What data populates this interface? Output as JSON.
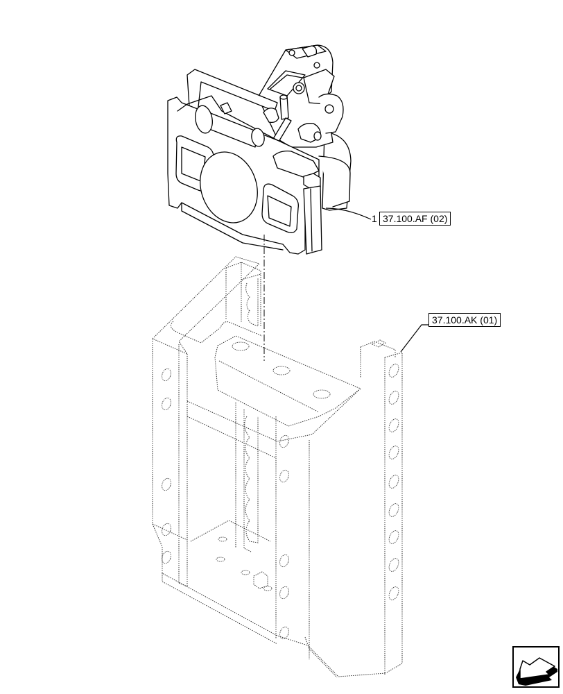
{
  "diagram": {
    "type": "exploded parts diagram",
    "colors": {
      "line": "#000000",
      "background": "#ffffff",
      "phantom": "#555555"
    }
  },
  "callouts": [
    {
      "item_number": "1",
      "reference": "37.100.AF (02)",
      "part": "hitch-assembly"
    },
    {
      "item_number": "",
      "reference": "37.100.AK (01)",
      "part": "hitch-mounting-frame"
    }
  ],
  "navigation": {
    "icon": "previous-page-arrow-icon"
  }
}
